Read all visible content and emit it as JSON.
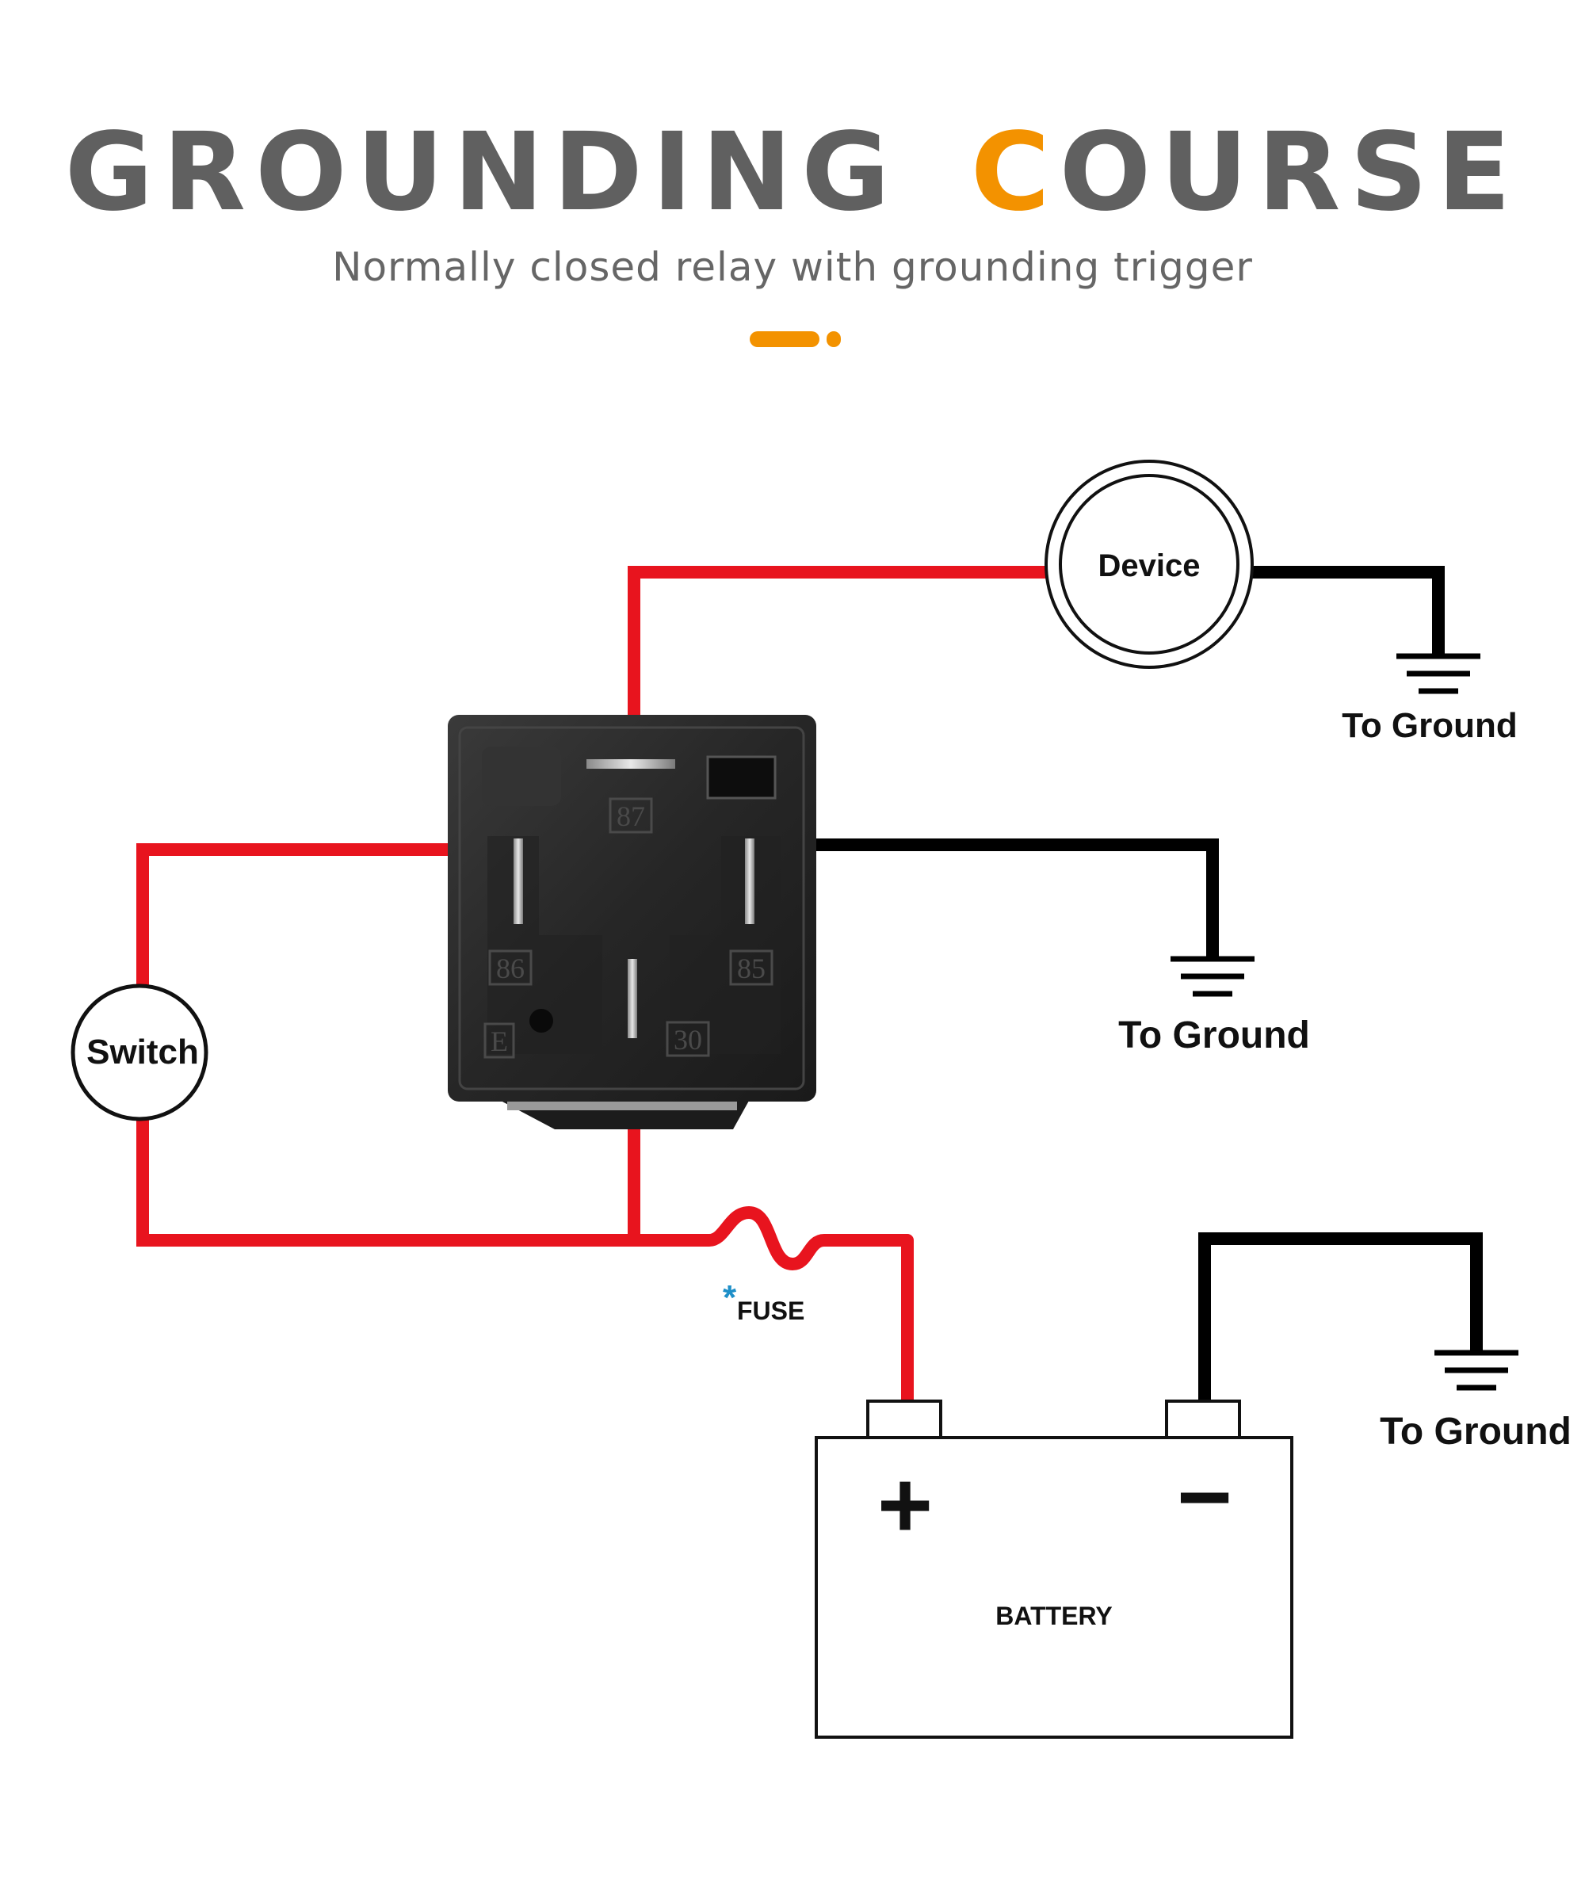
{
  "header": {
    "title_part1": "GROUNDING",
    "title_accent": "C",
    "title_part2": "OURSE",
    "subtitle": "Normally closed relay with grounding trigger"
  },
  "colors": {
    "accent": "#f39200",
    "title_gray": "#606060",
    "wire_positive": "#e8141e",
    "wire_ground": "#000000",
    "relay_body": "#2b2b2b"
  },
  "diagram": {
    "device_label": "Device",
    "switch_label": "Switch",
    "ground_label_device": "To Ground",
    "ground_label_relay": "To Ground",
    "ground_label_battery": "To Ground",
    "fuse_marker": "*",
    "fuse_label": "FUSE",
    "battery_label": "BATTERY",
    "battery_plus": "+",
    "battery_minus": "−",
    "relay_pins": {
      "pin_87": "87",
      "pin_86": "86",
      "pin_85": "85",
      "pin_30": "30",
      "pin_e": "E"
    }
  }
}
